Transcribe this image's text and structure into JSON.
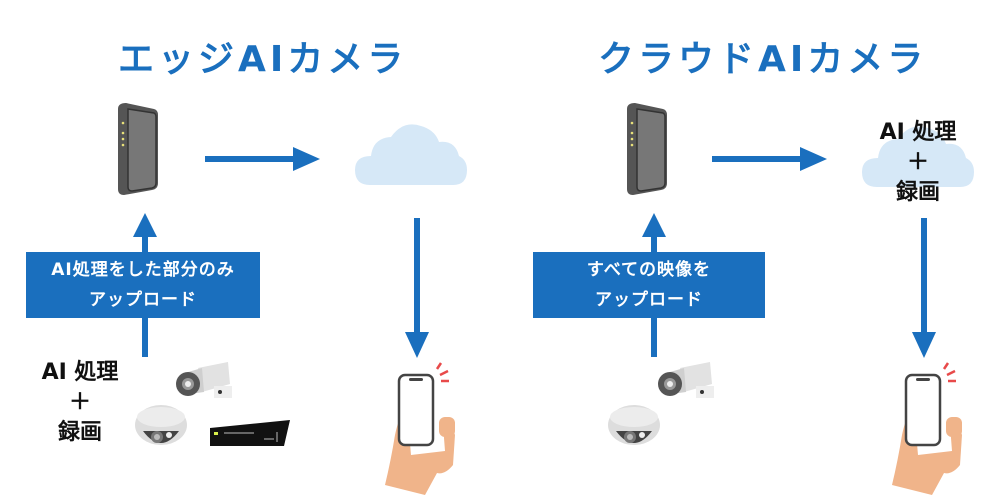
{
  "left": {
    "title": "エッジAIカメラ",
    "upload_box": {
      "line1": "AI処理をした部分のみ",
      "line2": "アップロード"
    },
    "processing": {
      "line1": "AI 処理",
      "line2": "＋",
      "line3": "録画"
    },
    "devices": [
      "router-icon",
      "cloud-icon",
      "smartphone-icon",
      "box-camera-icon",
      "dome-camera-icon",
      "recorder-icon"
    ]
  },
  "right": {
    "title": "クラウドAIカメラ",
    "upload_box": {
      "line1": "すべての映像を",
      "line2": "アップロード"
    },
    "processing": {
      "line1": "AI 処理",
      "line2": "＋",
      "line3": "録画"
    },
    "devices": [
      "router-icon",
      "cloud-icon",
      "smartphone-icon",
      "box-camera-icon",
      "dome-camera-icon"
    ]
  },
  "colors": {
    "accent": "#1a6fbe",
    "cloud": "#d6e8f7",
    "router": "#5a5a5a"
  }
}
